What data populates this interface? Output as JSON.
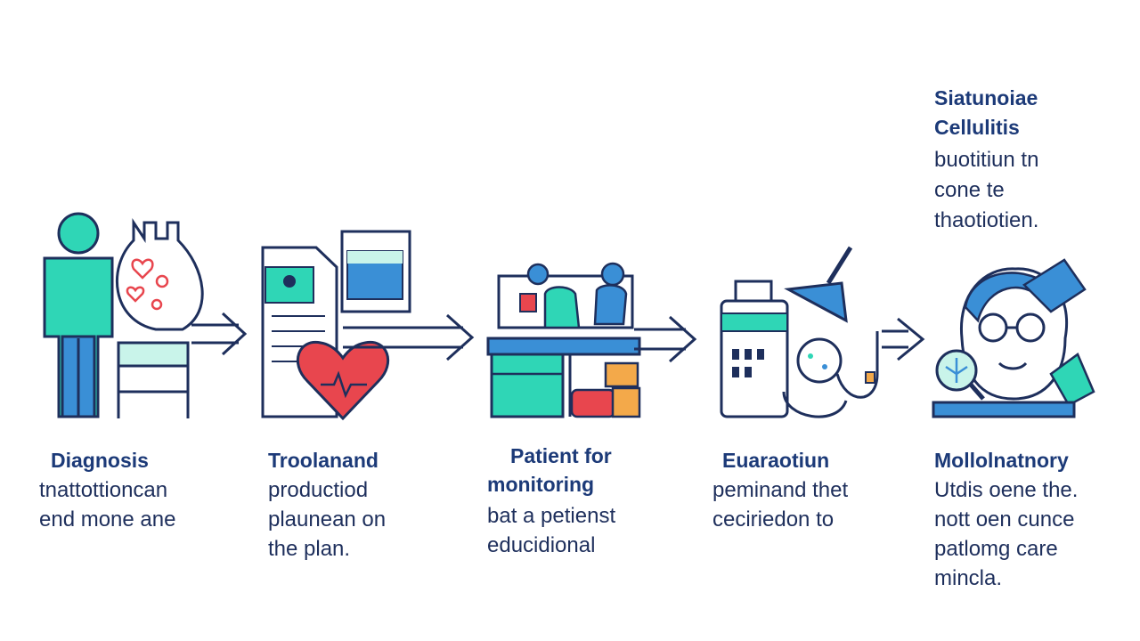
{
  "colors": {
    "outline": "#1e2f5c",
    "teal": "#2fd6b6",
    "blue": "#3a8fd6",
    "red": "#e8464e",
    "pale_teal": "#c9f4ea"
  },
  "side_note": {
    "title_lines": [
      "Siatunoiae",
      "Cellulitis"
    ],
    "body_lines": [
      "buotitiun tn",
      "cone te",
      "thaotiotien."
    ]
  },
  "steps": [
    {
      "title": "Diagnosis",
      "lines": [
        "tnattottioncan",
        "end mone ane"
      ],
      "icons": [
        "person-icon",
        "heart-organ-icon",
        "bed-icon"
      ]
    },
    {
      "title": "Troolanand",
      "lines": [
        "productiod",
        "plaunean on",
        "the plan."
      ],
      "icons": [
        "document-icon",
        "folder-icon",
        "heart-monitor-icon"
      ]
    },
    {
      "title_lines": [
        "Patient for",
        "monitoring"
      ],
      "lines": [
        "bat a petienst",
        "educidional"
      ],
      "icons": [
        "care-team-icon",
        "hospital-desk-icon",
        "medical-kit-icon"
      ]
    },
    {
      "title": "Euaraotiun",
      "lines": [
        "peminand thet",
        "ceciriedon to"
      ],
      "icons": [
        "medicine-bottle-icon",
        "stethoscope-icon",
        "lamp-icon"
      ]
    },
    {
      "title": "Mollolnatnory",
      "lines": [
        "Utdis oene the.",
        "nott oen cunce",
        "patlomg care",
        "mincla."
      ],
      "icons": [
        "graduate-icon",
        "magnifier-icon"
      ]
    }
  ]
}
